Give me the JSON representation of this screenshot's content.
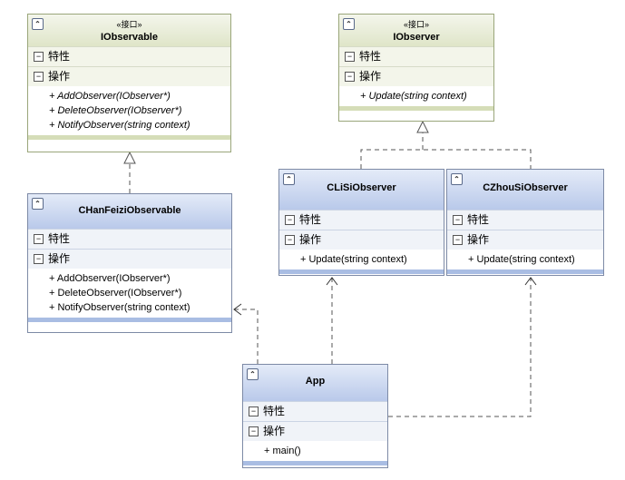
{
  "labels": {
    "stereotype": "«接口»",
    "attributes": "特性",
    "operations": "操作"
  },
  "classes": {
    "iobservable": {
      "name": "IObservable",
      "ops": [
        "+ AddObserver(IObserver*)",
        "+ DeleteObserver(IObserver*)",
        "+ NotifyObserver(string context)"
      ]
    },
    "iobserver": {
      "name": "IObserver",
      "ops": [
        "+ Update(string context)"
      ]
    },
    "chanfeizi": {
      "name": "CHanFeiziObservable",
      "ops": [
        "+ AddObserver(IObserver*)",
        "+ DeleteObserver(IObserver*)",
        "+ NotifyObserver(string context)"
      ]
    },
    "clisi": {
      "name": "CLiSiObserver",
      "ops": [
        "+ Update(string context)"
      ]
    },
    "czhousi": {
      "name": "CZhouSiObserver",
      "ops": [
        "+ Update(string context)"
      ]
    },
    "app": {
      "name": "App",
      "ops": [
        "+ main()"
      ]
    }
  }
}
